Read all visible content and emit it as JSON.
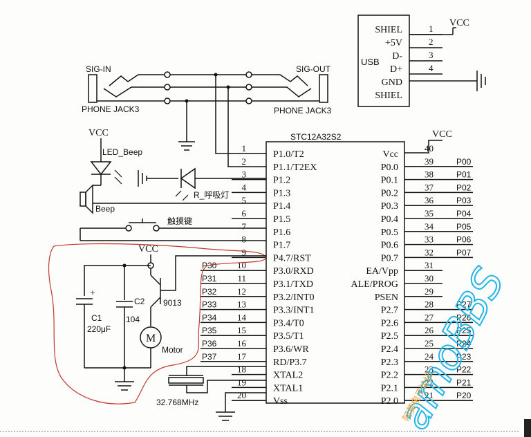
{
  "connectors": {
    "sig_in": "SIG-IN",
    "sig_out": "SIG-OUT",
    "jack_left": "PHONE JACK3",
    "jack_right": "PHONE JACK3"
  },
  "usb": {
    "label": "USB",
    "vcc": "VCC",
    "pins": [
      {
        "name": "SHIEL",
        "num": "1"
      },
      {
        "name": "+5V",
        "num": "2"
      },
      {
        "name": "D-",
        "num": "3"
      },
      {
        "name": "D+",
        "num": "4"
      },
      {
        "name": "GND",
        "num": ""
      },
      {
        "name": "SHIEL",
        "num": ""
      }
    ]
  },
  "mcu": {
    "name": "STC12A32S2",
    "vcc": "VCC",
    "left_pins": [
      {
        "num": "1",
        "name": "P1.0/T2"
      },
      {
        "num": "2",
        "name": "P1.1/T2EX"
      },
      {
        "num": "3",
        "name": "P1.2"
      },
      {
        "num": "4",
        "name": "P1.3"
      },
      {
        "num": "5",
        "name": "P1.4"
      },
      {
        "num": "6",
        "name": "P1.5"
      },
      {
        "num": "7",
        "name": "P1.6"
      },
      {
        "num": "8",
        "name": "P1.7"
      },
      {
        "num": "9",
        "name": "P4.7/RST"
      },
      {
        "num": "10",
        "name": "P3.0/RXD"
      },
      {
        "num": "11",
        "name": "P3.1/TXD"
      },
      {
        "num": "12",
        "name": "P3.2/INT0"
      },
      {
        "num": "13",
        "name": "P3.3/INT1"
      },
      {
        "num": "14",
        "name": "P3.4/T0"
      },
      {
        "num": "15",
        "name": "P3.5/T1"
      },
      {
        "num": "16",
        "name": "P3.6/WR"
      },
      {
        "num": "17",
        "name": "RD/P3.7"
      },
      {
        "num": "18",
        "name": "XTAL2"
      },
      {
        "num": "19",
        "name": "XTAL1"
      },
      {
        "num": "20",
        "name": "Vss"
      }
    ],
    "right_pins": [
      {
        "num": "40",
        "name": "Vcc",
        "net": ""
      },
      {
        "num": "39",
        "name": "P0.0",
        "net": "P00"
      },
      {
        "num": "38",
        "name": "P0.1",
        "net": "P01"
      },
      {
        "num": "37",
        "name": "P0.2",
        "net": "P02"
      },
      {
        "num": "36",
        "name": "P0.3",
        "net": "P03"
      },
      {
        "num": "35",
        "name": "P0.4",
        "net": "P04"
      },
      {
        "num": "34",
        "name": "P0.5",
        "net": "P05"
      },
      {
        "num": "33",
        "name": "P0.6",
        "net": "P06"
      },
      {
        "num": "32",
        "name": "P0.7",
        "net": "P07"
      },
      {
        "num": "31",
        "name": "EA/Vpp",
        "net": ""
      },
      {
        "num": "30",
        "name": "ALE/PROG",
        "net": ""
      },
      {
        "num": "29",
        "name": "PSEN",
        "net": ""
      },
      {
        "num": "28",
        "name": "P2.7",
        "net": "P27"
      },
      {
        "num": "27",
        "name": "P2.6",
        "net": "P26"
      },
      {
        "num": "26",
        "name": "P2.5",
        "net": "P25"
      },
      {
        "num": "25",
        "name": "P2.4",
        "net": "P24"
      },
      {
        "num": "24",
        "name": "P2.3",
        "net": "P23"
      },
      {
        "num": "23",
        "name": "P2.2",
        "net": "P22"
      },
      {
        "num": "22",
        "name": "P2.1",
        "net": "P21"
      },
      {
        "num": "21",
        "name": "P2.0",
        "net": "P20"
      }
    ],
    "p3_nets": [
      "P30",
      "P31",
      "P32",
      "P33",
      "P34",
      "P35",
      "P36",
      "P37"
    ]
  },
  "parts": {
    "vcc_led": "VCC",
    "led_beep": "LED_Beep",
    "beep": "Beep",
    "breath_led": "R_呼吸灯",
    "touch_key": "触摸键",
    "vcc_motor": "VCC",
    "c1_name": "C1",
    "c1_value": "220μF",
    "c1_plus": "+",
    "c2_name": "C2",
    "c2_value": "104",
    "transistor": "9013",
    "motor_symbol": "M",
    "motor": "Motor",
    "crystal": "32.768MHz"
  },
  "watermark": {
    "text": "amoBBS",
    "subtext": "阿莫电子论坛"
  }
}
